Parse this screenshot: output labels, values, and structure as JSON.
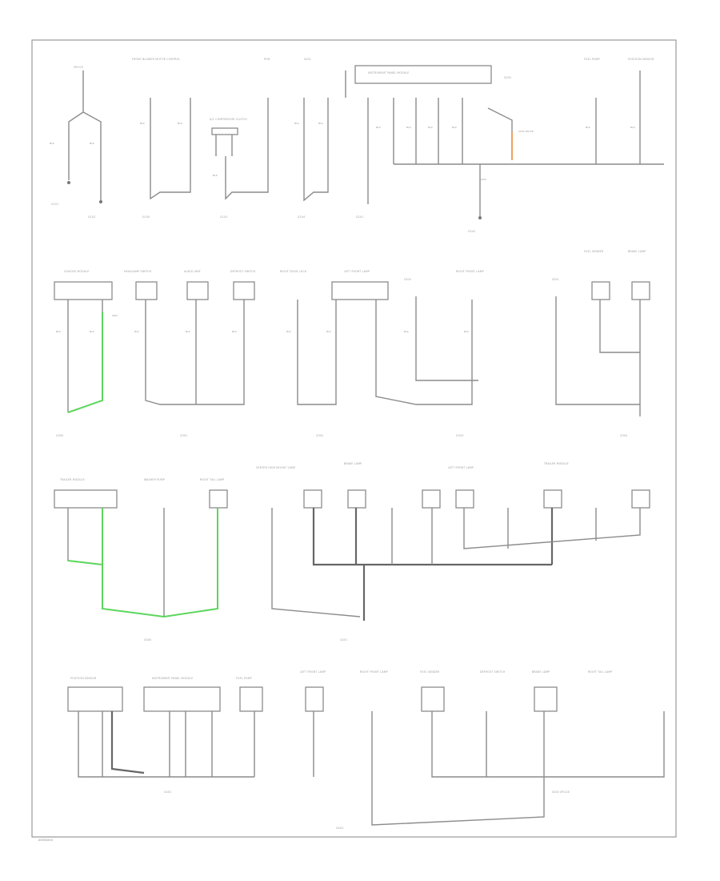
{
  "diagram": {
    "sheet_ref": "A0000XXX",
    "colors": {
      "wire": "#8c8c8c",
      "ground_bus": "#666666",
      "green_wire": "#5cd65c",
      "orange_wire": "#f0a060"
    },
    "components": [
      "SPLICE",
      "FRONT BLOWER MOTOR CONTROL",
      "A/C COMPRESSOR CLUTCH",
      "PCM",
      "INSTRUMENT PANEL MODULE",
      "S201",
      "FUEL PUMP",
      "POSITION SENSOR",
      "CHASSIS MODULE",
      "HEADLAMP SWITCH",
      "AUDIO UNIT",
      "RIGHT DOOR LOCK",
      "LEFT FRONT LAMP",
      "RIGHT FRONT LAMP",
      "FUEL SENDER",
      "DEFROST SWITCH",
      "BRAKE LAMP",
      "TRAILER MODULE",
      "CENTER HIGH MOUNT LAMP",
      "WASHER PUMP",
      "RIGHT TAIL LAMP"
    ],
    "grounds": [
      "G100",
      "G101",
      "G102",
      "G200",
      "G201",
      "G300",
      "G301",
      "G400",
      "G401"
    ],
    "wire_codes": [
      "BLK",
      "BLK/WHT",
      "GRN",
      "BRN"
    ]
  }
}
